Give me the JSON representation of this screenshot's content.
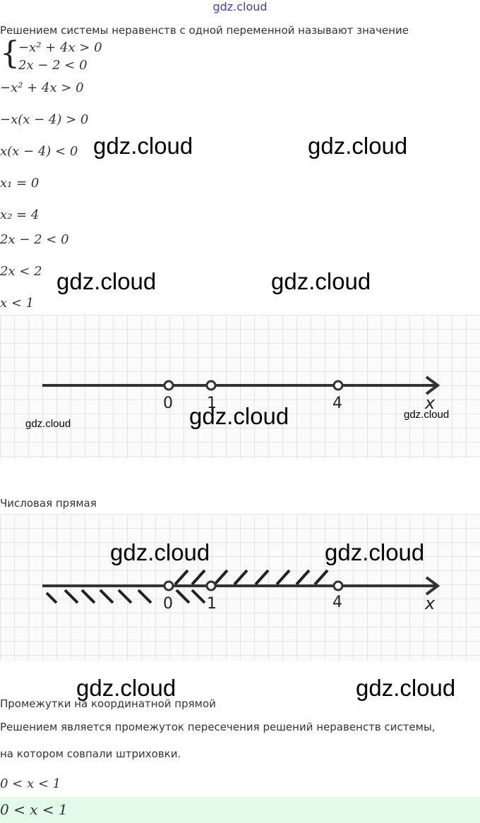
{
  "watermark": "gdz.cloud",
  "intro": "Решением системы неравенств с одной переменной называют значение",
  "system": [
    "−x² + 4x  >  0",
    "2x − 2  <  0"
  ],
  "steps": [
    "−x² + 4x  >  0",
    "−x(x − 4)  >  0",
    "x(x − 4)  <  0",
    "x₁ = 0",
    "x₂ = 4",
    "2x − 2  <  0",
    "2x  <  2",
    "x  <  1"
  ],
  "number_line": {
    "labels": [
      "0",
      "1",
      "4"
    ],
    "axis": "x"
  },
  "caption1": "Числовая прямая",
  "caption2": "Промежутки на координатной прямой",
  "conclusion1": "Решением является промежуток пересечения решений неравенств системы,",
  "conclusion2": "на котором совпали штриховки.",
  "answer": "0  <  x  <  1",
  "answer_highlight": "0  <  x  <  1"
}
